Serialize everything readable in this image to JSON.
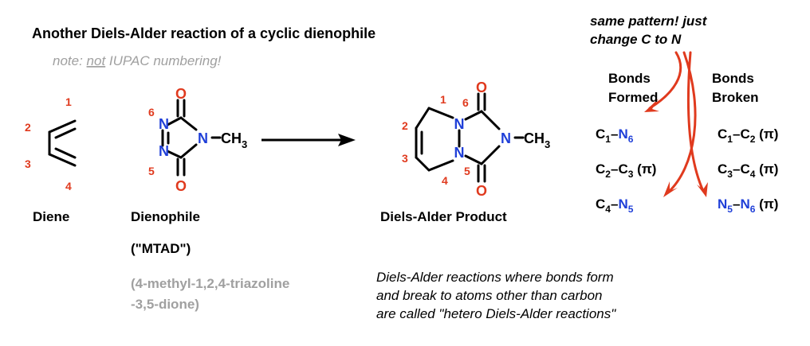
{
  "title": "Another Diels-Alder reaction of a cyclic dienophile",
  "note": {
    "prefix": "note: ",
    "emph": "not",
    "suffix": " IUPAC numbering!"
  },
  "atoms": {
    "n1": "1",
    "n2": "2",
    "n3": "3",
    "n4": "4",
    "n5": "5",
    "n6": "6",
    "O": "O",
    "N": "N",
    "CH": "CH",
    "sub3": "3"
  },
  "diene_label": "Diene",
  "dienophile_label": "Dienophile",
  "dienophile_abbrev": "(\"MTAD\")",
  "dienophile_name_line1": "(4-methyl-1,2,4-triazoline",
  "dienophile_name_line2": "-3,5-dione)",
  "product_label": "Diels-Alder Product",
  "pattern_note": {
    "line1": "same pattern! just",
    "line2": "change C to N"
  },
  "bonds_formed": {
    "header1": "Bonds",
    "header2": "Formed",
    "rows": [
      {
        "a": "C",
        "a_sub": "1",
        "dash": "–",
        "b": "N",
        "b_sub": "6",
        "suffix": ""
      },
      {
        "a": "C",
        "a_sub": "2",
        "dash": "–",
        "b": "C",
        "b_sub": "3",
        "suffix": " (π)"
      },
      {
        "a": "C",
        "a_sub": "4",
        "dash": "–",
        "b": "N",
        "b_sub": "5",
        "suffix": ""
      }
    ]
  },
  "bonds_broken": {
    "header1": "Bonds",
    "header2": "Broken",
    "rows": [
      {
        "a": "C",
        "a_sub": "1",
        "dash": "–",
        "b": "C",
        "b_sub": "2",
        "suffix": " (π)"
      },
      {
        "a": "C",
        "a_sub": "3",
        "dash": "–",
        "b": "C",
        "b_sub": "4",
        "suffix": " (π)"
      },
      {
        "a": "N",
        "a_sub": "5",
        "dash": "–",
        "b": "N",
        "b_sub": "6",
        "suffix": " (π)"
      }
    ]
  },
  "footer_line1": "Diels-Alder reactions where bonds form",
  "footer_line2": "and break to atoms other than carbon",
  "footer_line3": "are called \"hetero Diels-Alder reactions\"",
  "colors": {
    "number_red": "#e03a1e",
    "nitrogen_blue": "#1f3fd8",
    "note_gray": "#a0a0a0",
    "bond_black": "#000000"
  }
}
